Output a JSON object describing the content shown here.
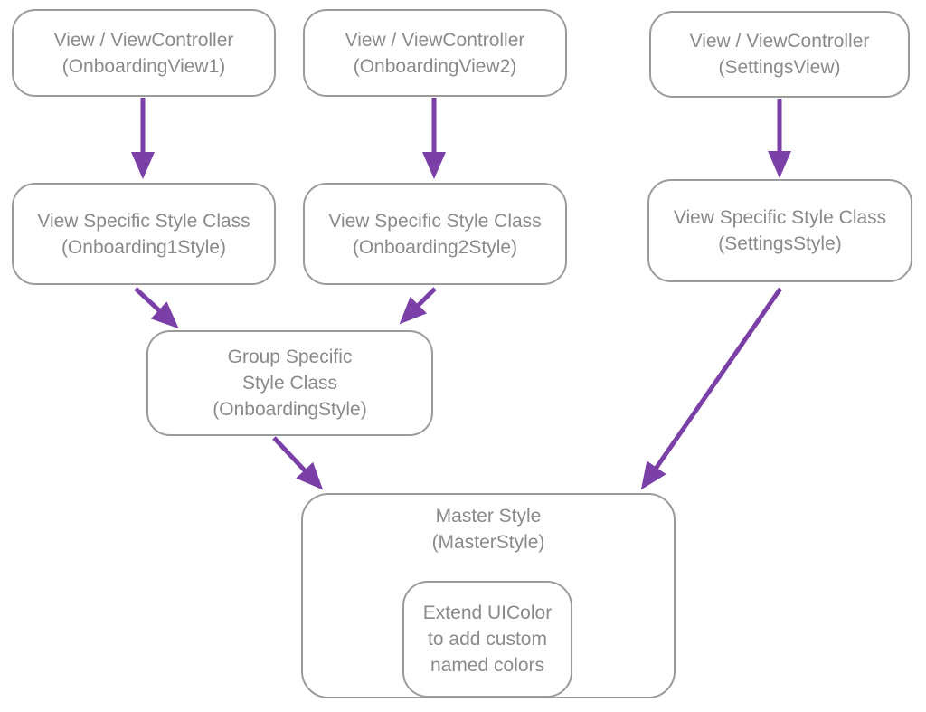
{
  "diagram": {
    "colors": {
      "arrow": "#7B3FA8",
      "box_border": "#9B9B9B",
      "box_text": "#8A8A8A"
    },
    "nodes": [
      {
        "id": "onboarding-view1",
        "label": "View / ViewController\n(OnboardingView1)"
      },
      {
        "id": "onboarding-view2",
        "label": "View / ViewController\n(OnboardingView2)"
      },
      {
        "id": "settings-view",
        "label": "View / ViewController\n(SettingsView)"
      },
      {
        "id": "onboarding1-style",
        "label": "View Specific Style Class\n(Onboarding1Style)"
      },
      {
        "id": "onboarding2-style",
        "label": "View Specific Style Class\n(Onboarding2Style)"
      },
      {
        "id": "settings-style",
        "label": "View Specific Style Class\n(SettingsStyle)"
      },
      {
        "id": "group-style",
        "label": "Group Specific\nStyle Class\n(OnboardingStyle)"
      },
      {
        "id": "master-style",
        "label": "Master Style\n(MasterStyle)"
      },
      {
        "id": "extend-uicolor",
        "label": "Extend UIColor\nto add custom\nnamed colors"
      }
    ],
    "connections": [
      {
        "from": "onboarding-view1",
        "to": "onboarding1-style"
      },
      {
        "from": "onboarding-view2",
        "to": "onboarding2-style"
      },
      {
        "from": "settings-view",
        "to": "settings-style"
      },
      {
        "from": "onboarding1-style",
        "to": "group-style"
      },
      {
        "from": "onboarding2-style",
        "to": "group-style"
      },
      {
        "from": "settings-style",
        "to": "master-style"
      },
      {
        "from": "group-style",
        "to": "master-style"
      }
    ]
  }
}
